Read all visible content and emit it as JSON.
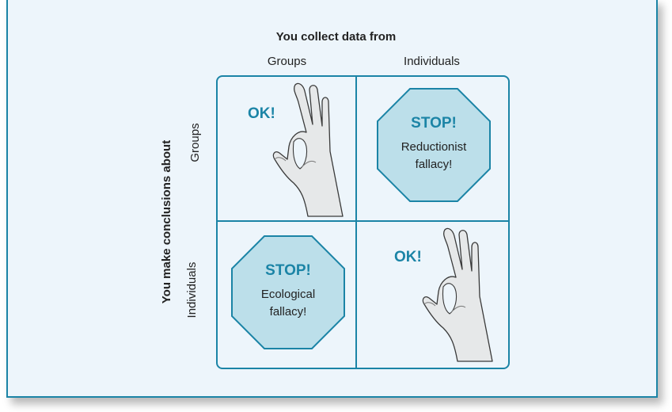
{
  "diagram": {
    "top_title": "You collect data from",
    "left_title": "You make conclusions about",
    "columns": [
      "Groups",
      "Individuals"
    ],
    "rows": [
      "Groups",
      "Individuals"
    ],
    "cells": [
      {
        "row": "Groups",
        "column": "Groups",
        "type": "ok",
        "label": "OK!",
        "icon": "ok-hand-icon"
      },
      {
        "row": "Groups",
        "column": "Individuals",
        "type": "stop",
        "title": "STOP!",
        "desc_line1": "Reductionist",
        "desc_line2": "fallacy!",
        "icon": "stop-sign-icon"
      },
      {
        "row": "Individuals",
        "column": "Groups",
        "type": "stop",
        "title": "STOP!",
        "desc_line1": "Ecological",
        "desc_line2": "fallacy!",
        "icon": "stop-sign-icon"
      },
      {
        "row": "Individuals",
        "column": "Individuals",
        "type": "ok",
        "label": "OK!",
        "icon": "ok-hand-icon"
      }
    ],
    "colors": {
      "accent": "#1b84a6",
      "background": "#edf5fb",
      "stop_fill": "#bcdfea",
      "hand_fill": "#e6e8e9"
    }
  }
}
